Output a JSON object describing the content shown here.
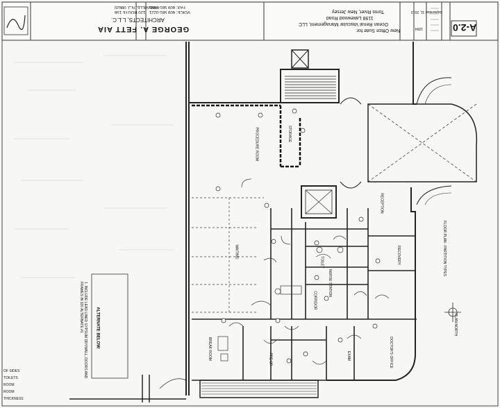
{
  "title_block": {
    "firm_name": "GEORGE A. FETT AIA",
    "firm_type": "ARCHITECTS, L.L.C.",
    "address_line1": "120 ROUTE 156",
    "address_line2": "YARDVILLE, N.J. 08620",
    "voice": "VOICE: 609 581-0221",
    "fax": "FAX: 609 581-7955",
    "project_line1": "New Office Suite for:",
    "project_line2": "Ocean Renal Vascular Management, LLC",
    "project_line3": "1198 Lakewood Road",
    "project_line4": "Toms River, New Jersey",
    "sheet_number": "A-2.0",
    "date": "September 11, 2013",
    "job_no": "1284"
  },
  "alternate_block": {
    "heading": "ALTERNATE BELOW:",
    "text": "1. INCLUDE LEAD LINED GYPSUM DRYWALL, DOORS AND FRAMES IN 320 ALTERNATE #1"
  },
  "room_labels": {
    "procedure": "PROCEDURE ROOM",
    "break_room": "BREAK ROOM",
    "reception": "RECEPTION",
    "waiting": "WAITING",
    "nurse_station": "NURSE STATION",
    "doctors_office": "DOCTOR'S OFFICE",
    "exam": "EXAM",
    "corridor": "CORRIDOR",
    "storage": "STORAGE",
    "toilet": "TOILET",
    "recovery": "RECOVERY",
    "pre_op": "PRE OP"
  },
  "plan_notes": {
    "plan_title": "FLOOR PLAN - PARTITION TYPES",
    "north": "PLAN NORTH"
  },
  "edge_notes": [
    "OF SIDES",
    "TOILETS",
    "ROOM",
    "ROOM",
    "THICKNESS"
  ]
}
